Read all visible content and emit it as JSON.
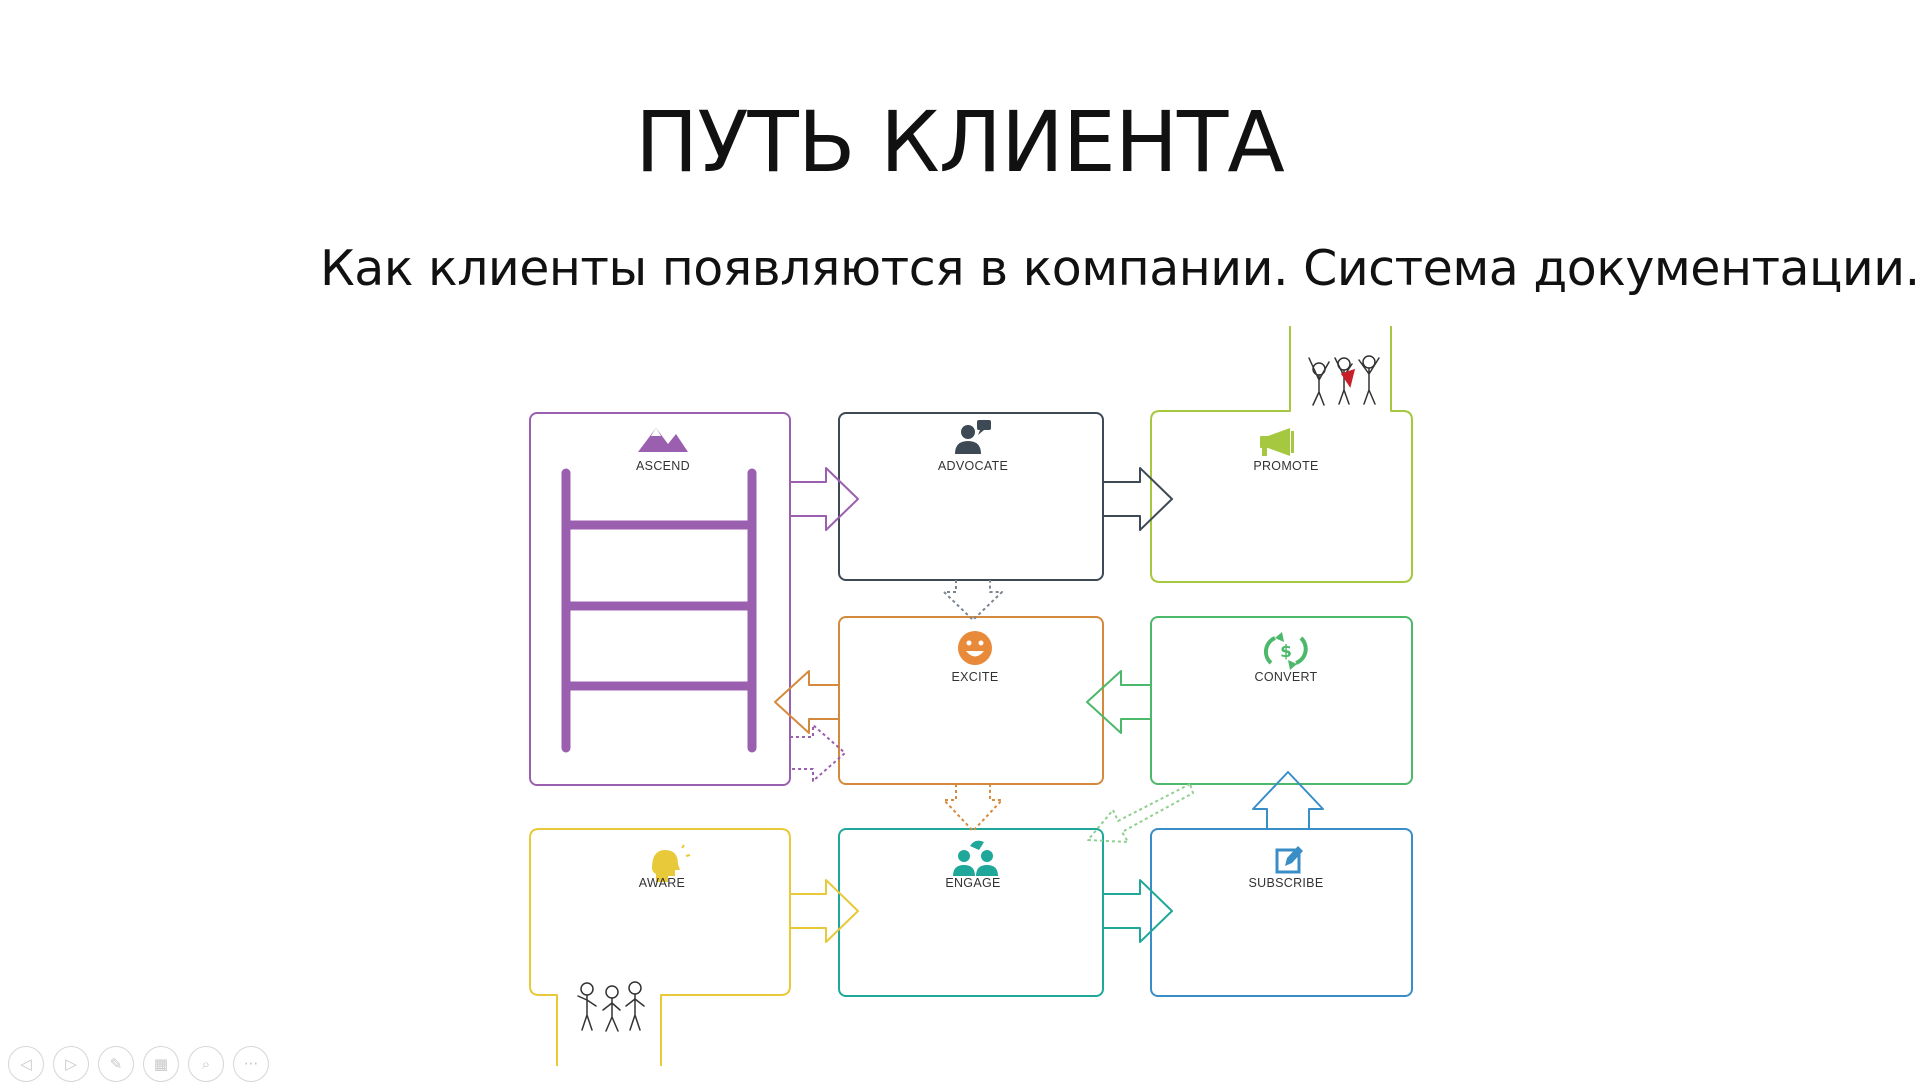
{
  "slide": {
    "title": "ПУТЬ КЛИЕНТА",
    "subtitle": "Как клиенты появляются в компании. Система документации."
  },
  "stages": {
    "ascend": {
      "label": "ASCEND",
      "icon": "mountains-icon",
      "color": "#9b5fb0"
    },
    "advocate": {
      "label": "ADVOCATE",
      "icon": "person-speech-icon",
      "color": "#3d4a55"
    },
    "promote": {
      "label": "PROMOTE",
      "icon": "megaphone-icon",
      "color": "#a5c840"
    },
    "excite": {
      "label": "EXCITE",
      "icon": "smiley-icon",
      "color": "#e88a3a"
    },
    "convert": {
      "label": "CONVERT",
      "icon": "dollar-cycle-icon",
      "color": "#4cb86a"
    },
    "aware": {
      "label": "AWARE",
      "icon": "head-bulb-icon",
      "color": "#e8c93a"
    },
    "engage": {
      "label": "ENGAGE",
      "icon": "people-talk-icon",
      "color": "#1fa89a"
    },
    "subscribe": {
      "label": "SUBSCRIBE",
      "icon": "edit-icon",
      "color": "#3a8ec8"
    }
  },
  "controls": {
    "prev": {
      "icon": "prev-icon",
      "glyph": "◁"
    },
    "next": {
      "icon": "next-icon",
      "glyph": "▷"
    },
    "pen": {
      "icon": "pen-icon",
      "glyph": "✎"
    },
    "slides": {
      "icon": "slides-grid-icon",
      "glyph": "▦"
    },
    "zoom": {
      "icon": "zoom-icon",
      "glyph": "⌕"
    },
    "more": {
      "icon": "more-icon",
      "glyph": "···"
    }
  }
}
